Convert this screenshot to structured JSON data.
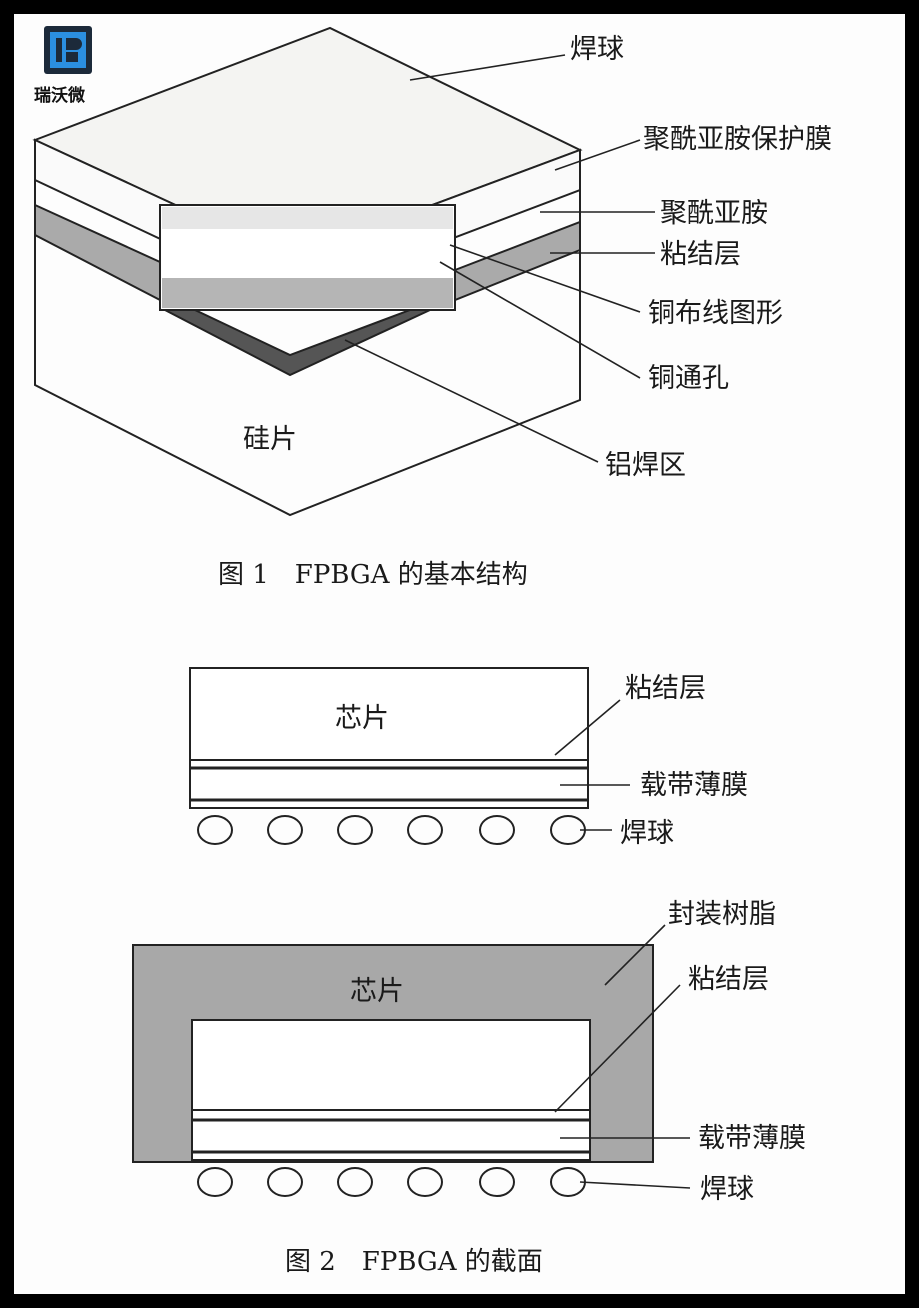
{
  "logo": {
    "text": "瑞沃微",
    "color": "#2b8fe0"
  },
  "figure1": {
    "caption": "图 1　FPBGA 的基本结构",
    "labels": {
      "solder_ball": "焊球",
      "polyimide_film": "聚酰亚胺保护膜",
      "polyimide": "聚酰亚胺",
      "adhesive": "粘结层",
      "copper_pattern": "铜布线图形",
      "copper_via": "铜通孔",
      "al_pad": "铝焊区",
      "silicon": "硅片"
    }
  },
  "figure2": {
    "caption": "图 2　FPBGA 的截面",
    "top": {
      "chip": "芯片",
      "adhesive": "粘结层",
      "tape": "载带薄膜",
      "ball": "焊球"
    },
    "bottom": {
      "resin": "封装树脂",
      "chip": "芯片",
      "adhesive": "粘结层",
      "tape": "载带薄膜",
      "ball": "焊球"
    }
  }
}
